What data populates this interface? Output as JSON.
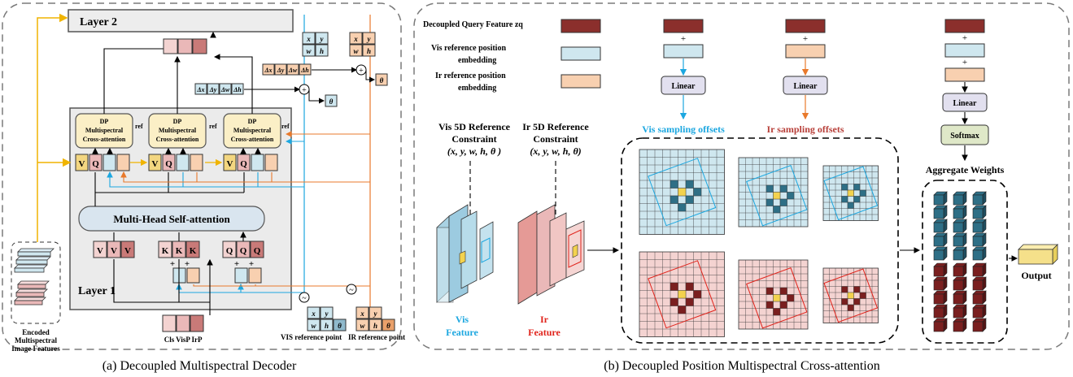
{
  "colors": {
    "query": "#8b2f2c",
    "vis": "#cfe7ef",
    "ir": "#f8d0b0",
    "vis_line": "#1ca7e0",
    "ir_line": "#e8792b",
    "cls": "#f4d3d1",
    "visp": "#eab8b8",
    "irp": "#c97a78",
    "key_box": "#d9a09c",
    "v_box": "#f3d680",
    "linear_box": "#e2e0ef",
    "teal_cell": "#2e6f86",
    "yellow_cell": "#f3d24e",
    "ir_cell": "#7a1f1f",
    "output": "#f5e08a"
  },
  "panel_a": {
    "caption": "(a) Decoupled Multispectral Decoder",
    "layer2": "Layer 2",
    "layer1": "Layer 1",
    "mhsa": "Multi-Head Self-attention",
    "dp_line1": "DP",
    "dp_line2": "Multispectral",
    "dp_line3": "Cross-attention",
    "ref": "ref",
    "v": "V",
    "q": "Q",
    "k": "K",
    "plus": "+",
    "theta": "θ",
    "sum": "~",
    "enc_line1": "Encoded",
    "enc_line2": "Multispectral",
    "enc_line3": "Image Features",
    "cls": "Cls",
    "visp": "VisP",
    "irp": "IrP",
    "vis_ref_point": "VIS reference point",
    "ir_ref_point": "IR reference point",
    "x": "x",
    "y": "y",
    "w": "w",
    "h": "h",
    "dx": "Δx",
    "dy": "Δy",
    "dw": "Δw",
    "dh": "Δh"
  },
  "panel_b": {
    "caption": "(b) Decoupled Position Multispectral Cross-attention",
    "legend_query": "Decoupled Query Feature zq",
    "legend_vis_1": "Vis reference position",
    "legend_vis_2": "embedding",
    "legend_ir_1": "Ir reference position",
    "legend_ir_2": "embedding",
    "linear": "Linear",
    "softmax": "Softmax",
    "vis_offsets": "Vis sampling offsets",
    "ir_offsets": "Ir sampling offsets",
    "aggregate": "Aggregate  Weights",
    "vis_constraint_1": "Vis 5D Reference",
    "vis_constraint_2": "Constraint",
    "vis_constraint_3": "(x, y, w, h, θ )",
    "ir_constraint_1": "Ir 5D Reference",
    "ir_constraint_2": "Constraint",
    "ir_constraint_3": "(x, y, w, h, θ)",
    "vis_feature_1": "Vis",
    "vis_feature_2": "Feature",
    "ir_feature_1": "Ir",
    "ir_feature_2": "Feature",
    "output": "Output",
    "plus": "+"
  }
}
